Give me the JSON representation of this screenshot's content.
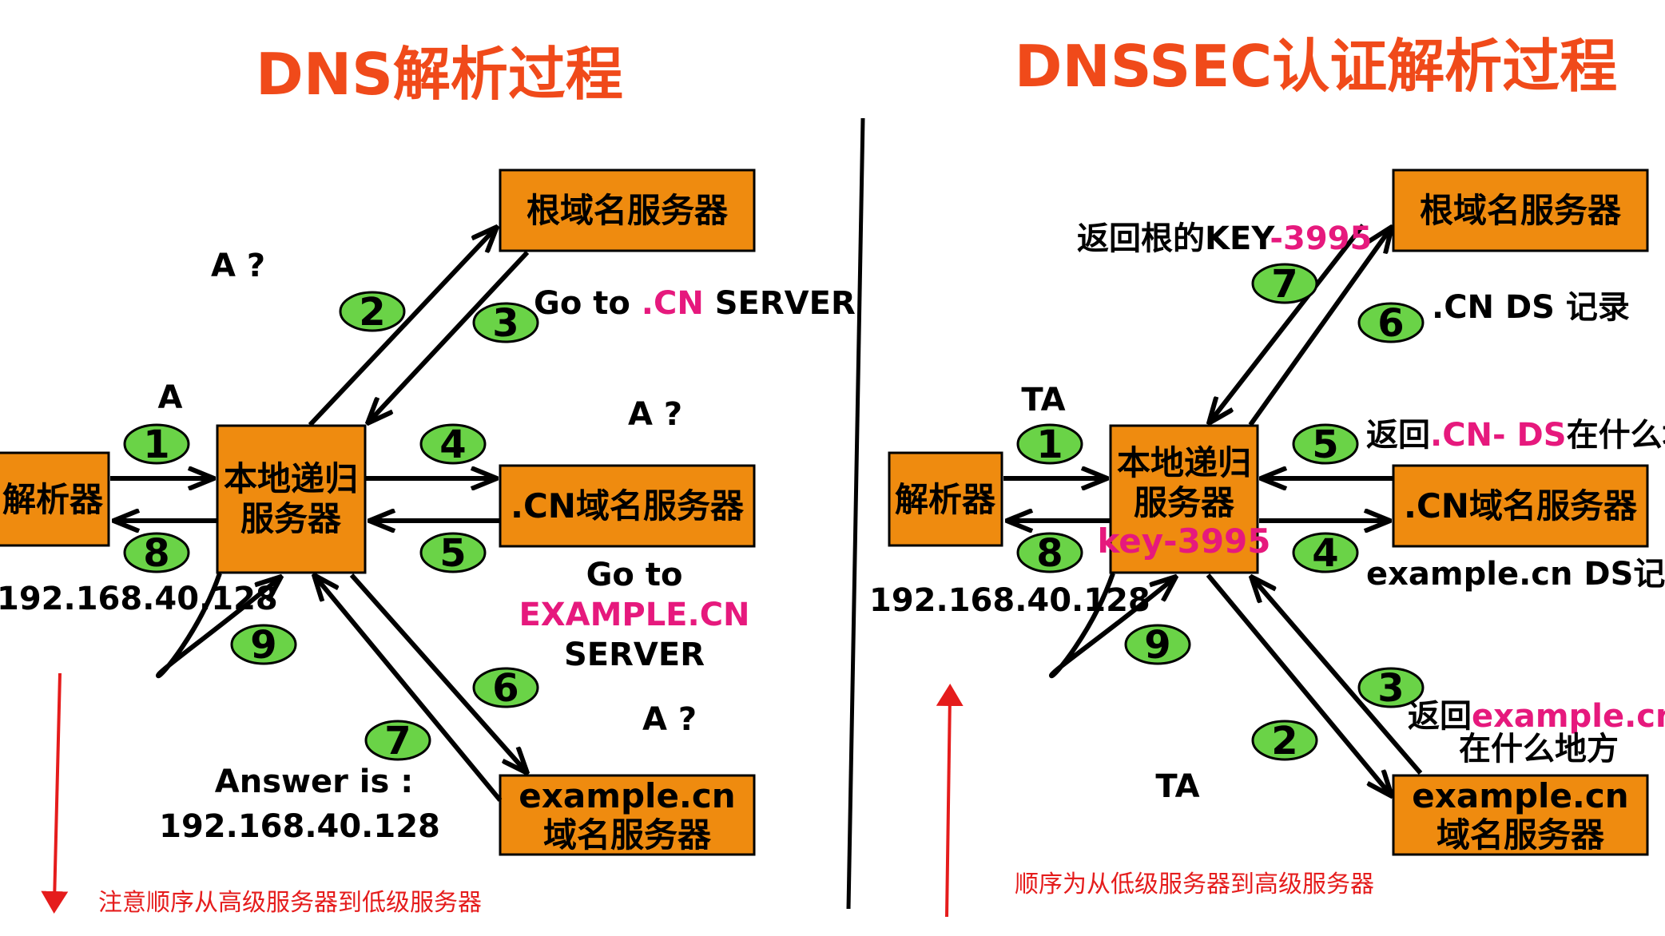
{
  "left": {
    "title": "DNS解析过程",
    "resolver": "解析器",
    "local_recursive": [
      "本地递归",
      "服务器"
    ],
    "root_server": "根域名服务器",
    "cn_server": ".CN域名服务器",
    "example_server": [
      "example.cn",
      "域名服务器"
    ],
    "step_numbers": [
      "1",
      "2",
      "3",
      "4",
      "5",
      "6",
      "7",
      "8",
      "9"
    ],
    "labels": {
      "a_q_root": "A ?",
      "a_q_cn": "A ?",
      "a_q_example": "A ?",
      "a_resolver": "A",
      "goto_cn_prefix": "Go to ",
      "goto_cn_highlight": ".CN",
      "goto_cn_suffix": " SERVER",
      "goto_example_l1": "Go to",
      "goto_example_l2": "EXAMPLE.CN",
      "goto_example_l3": "SERVER",
      "answer_l1": "Answer is :",
      "answer_l2": "192.168.40.128",
      "resolver_ip": "192.168.40.128"
    },
    "note": "注意顺序从高级服务器到低级服务器"
  },
  "right": {
    "title": "DNSSEC认证解析过程",
    "resolver": "解析器",
    "local_recursive": [
      "本地递归",
      "服务器"
    ],
    "local_key": "key-3995",
    "root_server": "根域名服务器",
    "cn_server": ".CN域名服务器",
    "example_server": [
      "example.cn",
      "域名服务器"
    ],
    "step_numbers": [
      "1",
      "2",
      "3",
      "4",
      "5",
      "6",
      "7",
      "8",
      "9"
    ],
    "labels": {
      "root_key_prefix": "返回根的KEY",
      "root_key_highlight": "-3995",
      "cn_ds": ".CN DS 记录",
      "ta_top": "TA",
      "ta_bottom": "TA",
      "ds_where_prefix": "返回",
      "ds_where_highlight": ".CN- DS",
      "ds_where_suffix": "在什么地方",
      "example_ds": "example.cn DS记录",
      "ex_ds_where_prefix": "返回",
      "ex_ds_where_highlight": "example.cn-DS",
      "ex_ds_where_l2": "在什么地方",
      "resolver_ip": "192.168.40.128"
    },
    "note": "顺序为从低级服务器到高级服务器"
  },
  "colors": {
    "title": "#f04a1a",
    "box": "#ef8b0f",
    "step_ellipse": "#6ad347",
    "highlight": "#e6197d",
    "note": "#e51c1c"
  }
}
